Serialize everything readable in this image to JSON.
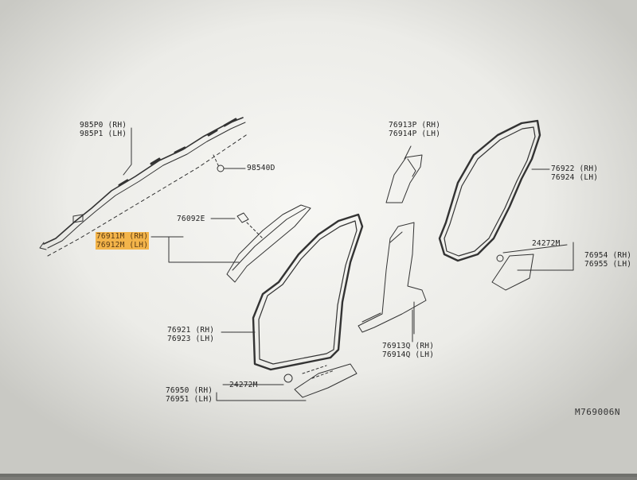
{
  "diagram": {
    "code": "M769006N",
    "labels": {
      "airbag_rh": "985P0 (RH)",
      "airbag_lh": "985P1 (LH)",
      "bolt": "98540D",
      "clip_a": "76092E",
      "pillar_a_rh": "76911M (RH)",
      "pillar_a_lh": "76912M (LH)",
      "upper_b_rh": "76913P (RH)",
      "upper_b_lh": "76914P (LH)",
      "weather_rear_rh": "76922 (RH)",
      "weather_rear_lh": "76924 (LH)",
      "clip_rear": "24272M",
      "sill_rear_rh": "76954 (RH)",
      "sill_rear_lh": "76955 (LH)",
      "weather_front_rh": "76921 (RH)",
      "weather_front_lh": "76923 (LH)",
      "lower_b_rh": "76913Q (RH)",
      "lower_b_lh": "76914Q (LH)",
      "clip_front": "24272M",
      "sill_front_rh": "76950 (RH)",
      "sill_front_lh": "76951 (LH)"
    }
  }
}
